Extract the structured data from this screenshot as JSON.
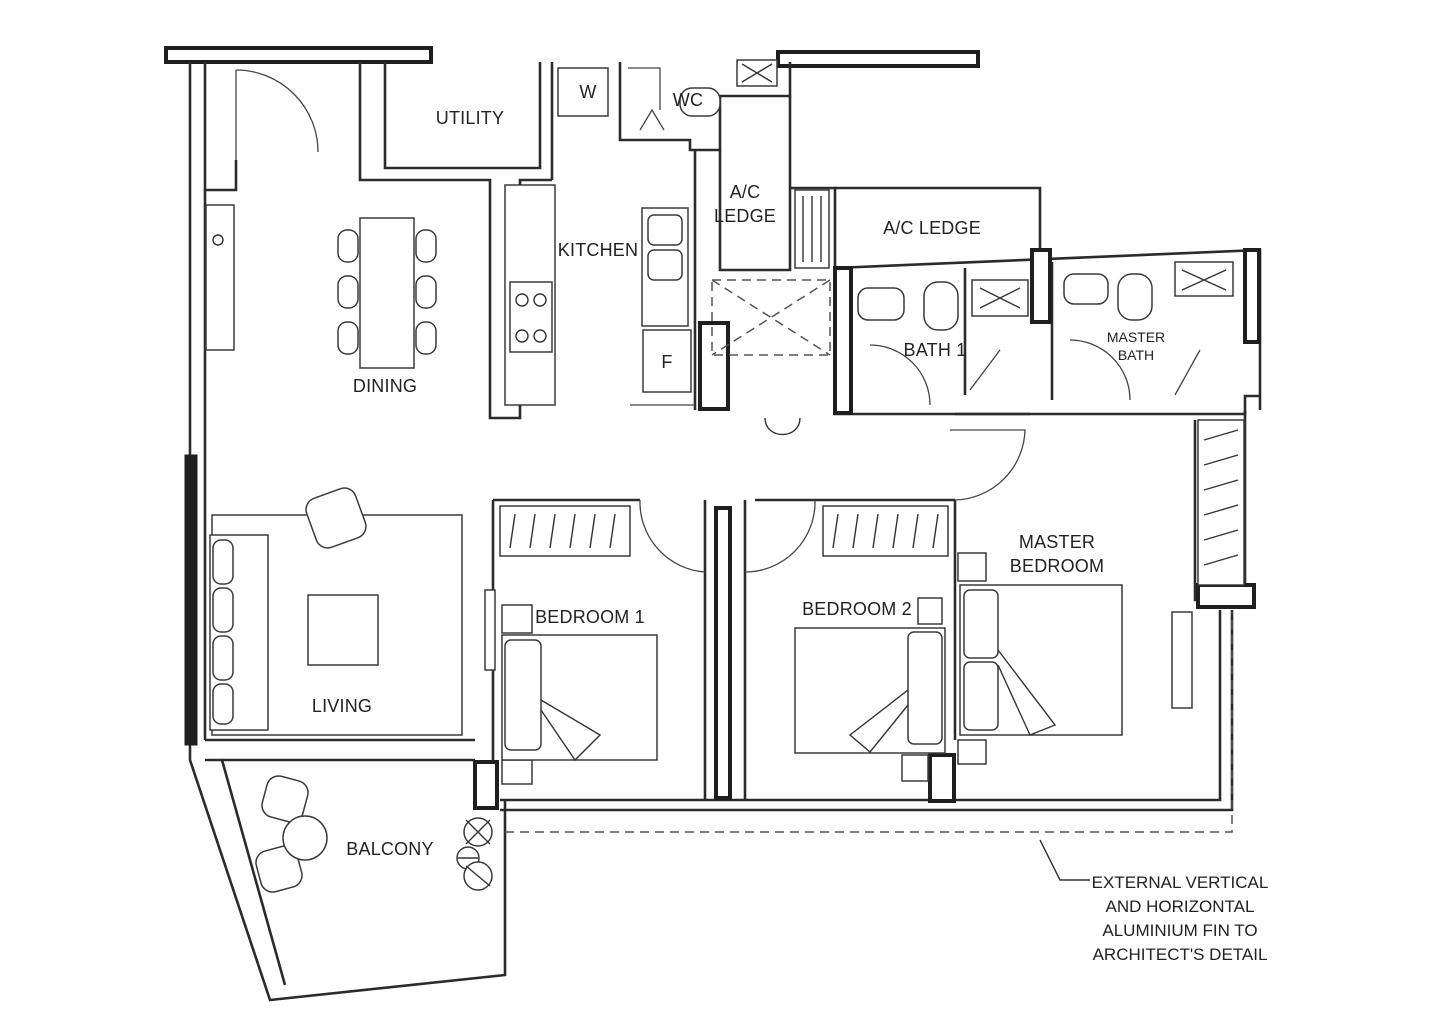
{
  "rooms": {
    "utility": "UTILITY",
    "washer": "W",
    "wc": "WC",
    "ac_ledge_1_line1": "A/C",
    "ac_ledge_1_line2": "LEDGE",
    "ac_ledge_2": "A/C LEDGE",
    "kitchen": "KITCHEN",
    "fridge": "F",
    "dining": "DINING",
    "bath_1": "BATH 1",
    "master_bath_line1": "MASTER",
    "master_bath_line2": "BATH",
    "living": "LIVING",
    "bedroom_1": "BEDROOM 1",
    "bedroom_2": "BEDROOM 2",
    "master_bedroom_line1": "MASTER",
    "master_bedroom_line2": "BEDROOM",
    "balcony": "BALCONY"
  },
  "note": {
    "line1": "EXTERNAL VERTICAL",
    "line2": "AND HORIZONTAL",
    "line3": "ALUMINIUM FIN TO",
    "line4": "ARCHITECT'S DETAIL"
  }
}
